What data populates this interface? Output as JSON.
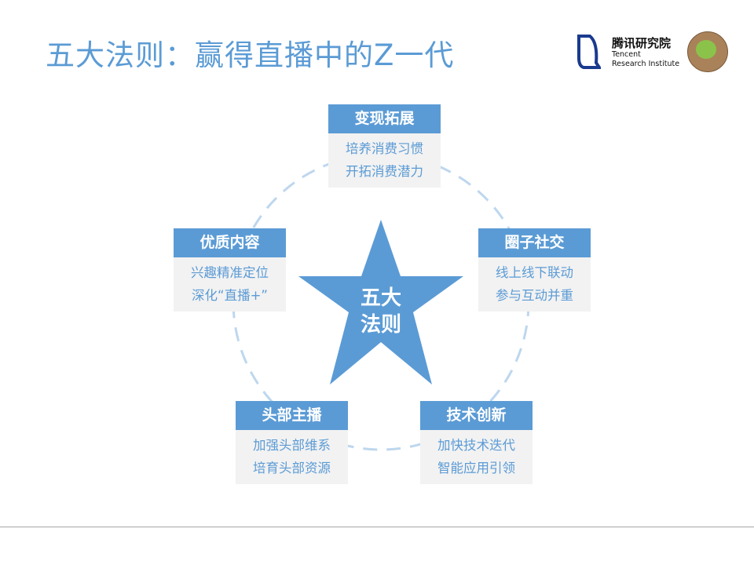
{
  "title": "五大法则：赢得直播中的Z一代",
  "logo": {
    "cn": "腾讯研究院",
    "en1": "Tencent",
    "en2": "Research Institute"
  },
  "center": {
    "line1": "五大",
    "line2": "法则"
  },
  "colors": {
    "accent": "#5b9bd5",
    "box": "#f2f2f2",
    "ring": "#bdd7ee"
  },
  "cards": [
    {
      "title": "变现拓展",
      "l1": "培养消费习惯",
      "l2": "开拓消费潜力"
    },
    {
      "title": "优质内容",
      "l1": "兴趣精准定位",
      "l2": "深化“直播+”"
    },
    {
      "title": "圈子社交",
      "l1": "线上线下联动",
      "l2": "参与互动并重"
    },
    {
      "title": "头部主播",
      "l1": "加强头部维系",
      "l2": "培育头部资源"
    },
    {
      "title": "技术创新",
      "l1": "加快技术迭代",
      "l2": "智能应用引领"
    }
  ]
}
